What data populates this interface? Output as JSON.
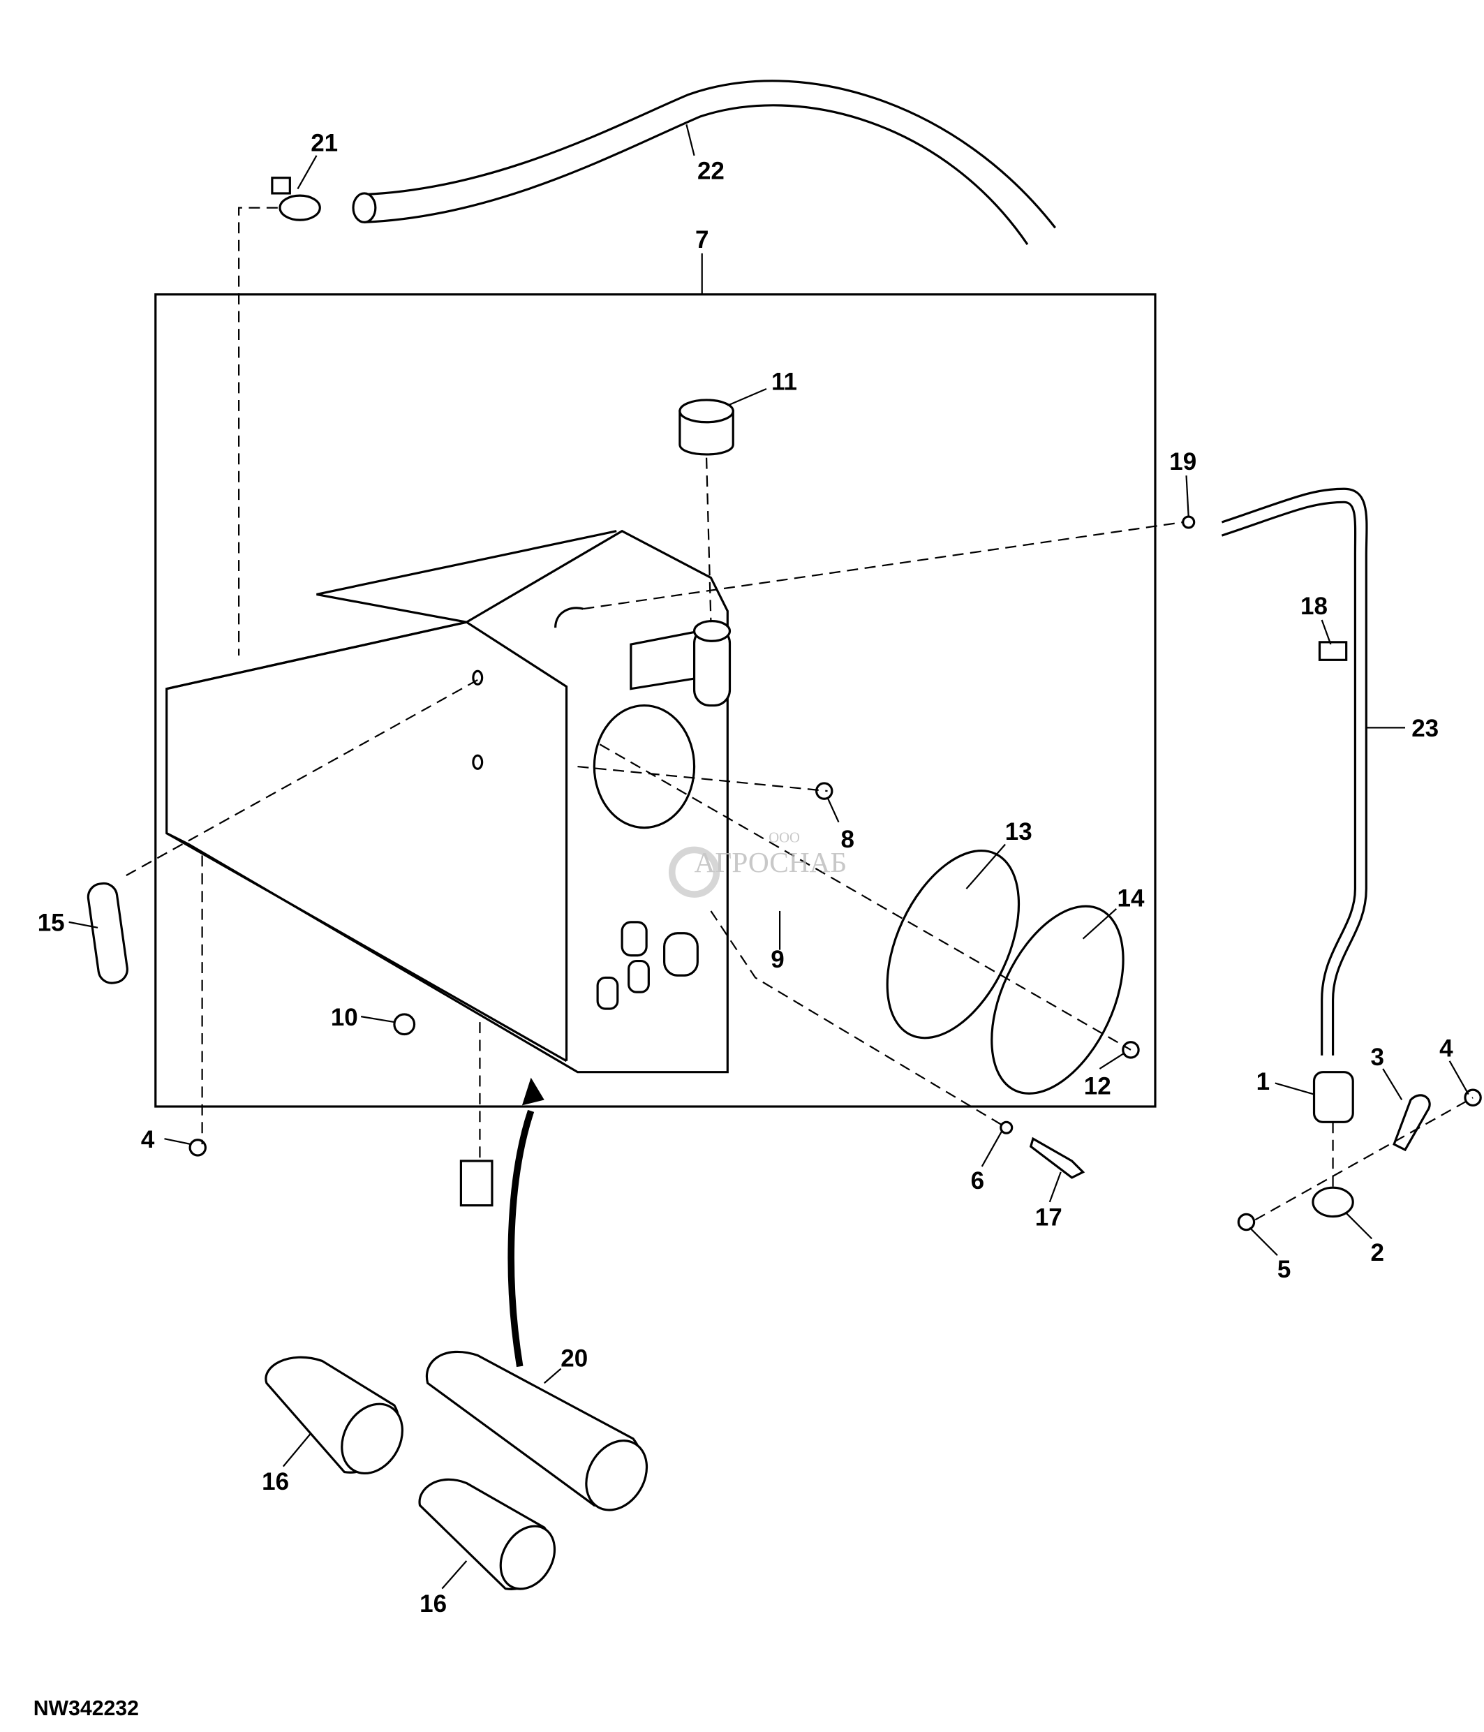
{
  "diagram_code": "NW342232",
  "watermark": {
    "prefix": "ООО",
    "name": "АГРОСНАБ"
  },
  "callouts": [
    "21",
    "22",
    "7",
    "11",
    "19",
    "18",
    "23",
    "8",
    "13",
    "14",
    "15",
    "9",
    "10",
    "12",
    "1",
    "3",
    "4",
    "4",
    "6",
    "17",
    "5",
    "2",
    "20",
    "16",
    "16"
  ]
}
